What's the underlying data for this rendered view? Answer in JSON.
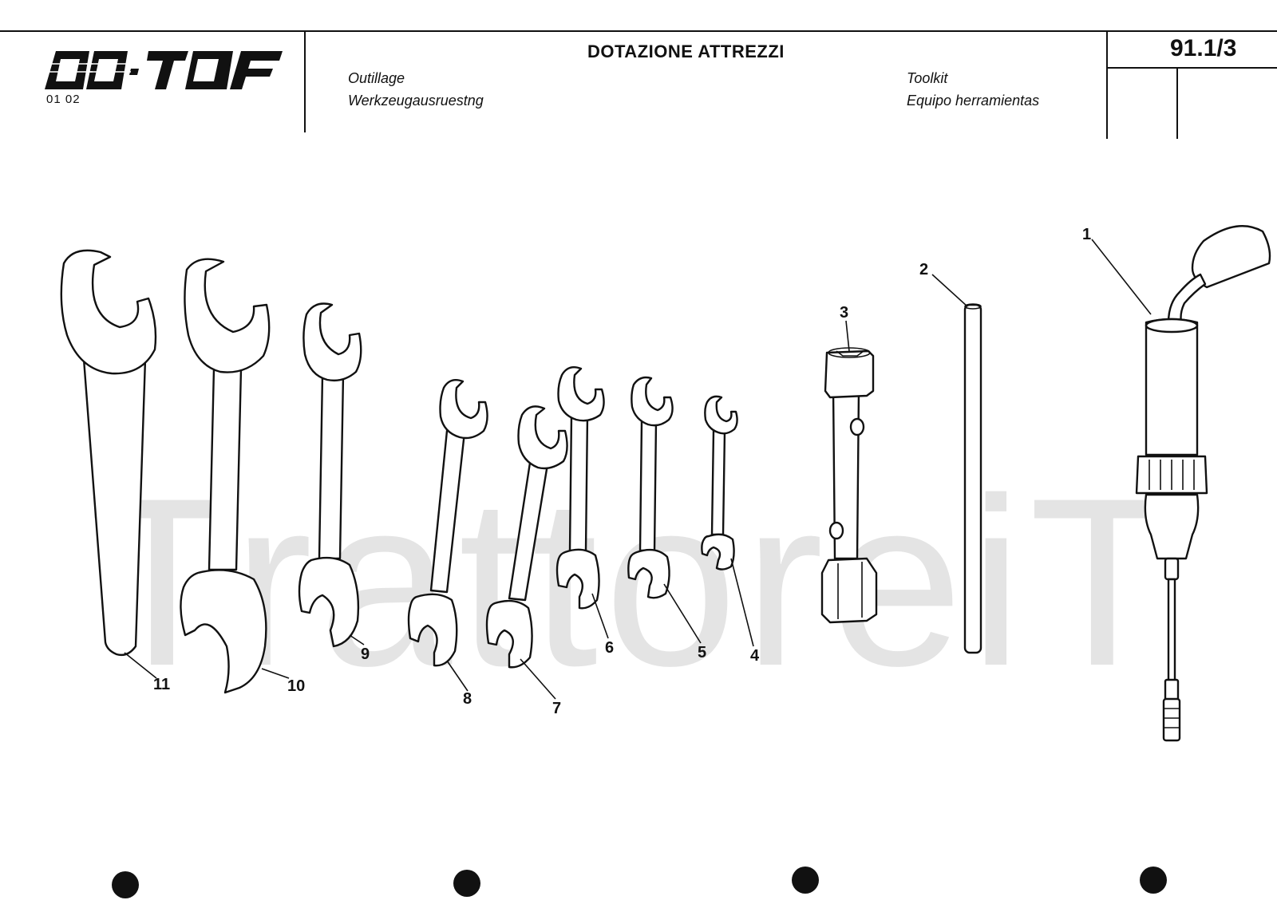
{
  "header": {
    "model_code": "01 02",
    "title": "DOTAZIONE ATTREZZI",
    "translations": {
      "fr": "Outillage",
      "de": "Werkzeugausruestng",
      "en": "Toolkit",
      "es": "Equipo herramientas"
    },
    "page_number": "91.1/3"
  },
  "watermark": "TrattoreiT",
  "logo_icon": "80-70f-model-logo",
  "callouts": [
    "1",
    "2",
    "3",
    "4",
    "5",
    "6",
    "7",
    "8",
    "9",
    "10",
    "11"
  ],
  "colors": {
    "ink": "#111111",
    "watermark": "#e4e4e4",
    "paper": "#ffffff"
  }
}
